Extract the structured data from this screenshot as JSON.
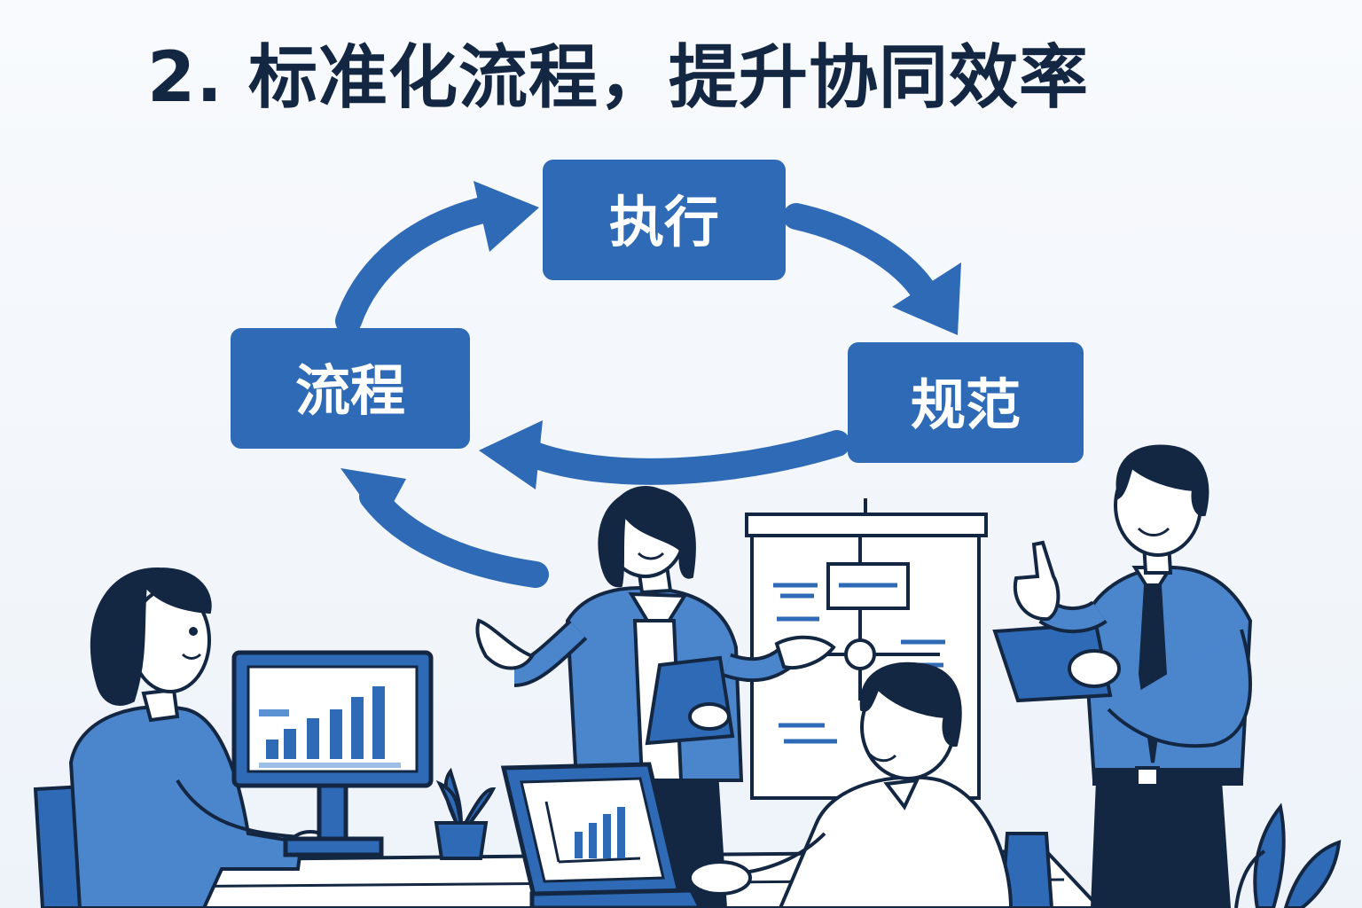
{
  "title": "2. 标准化流程，提升协同效率",
  "cycle": {
    "steps": [
      "执行",
      "规范",
      "流程"
    ]
  },
  "colors": {
    "primary": "#2e6ab5",
    "dark": "#132743",
    "background": "#f4f7fb"
  },
  "illustration": {
    "people": [
      "woman-at-monitor",
      "woman-presenting",
      "man-at-laptop",
      "man-with-tablet"
    ],
    "icons": [
      "cycle-arrow-icon",
      "monitor-bar-chart-icon",
      "laptop-bar-chart-icon",
      "flipchart-flow-icon",
      "potted-plant-icon"
    ]
  }
}
